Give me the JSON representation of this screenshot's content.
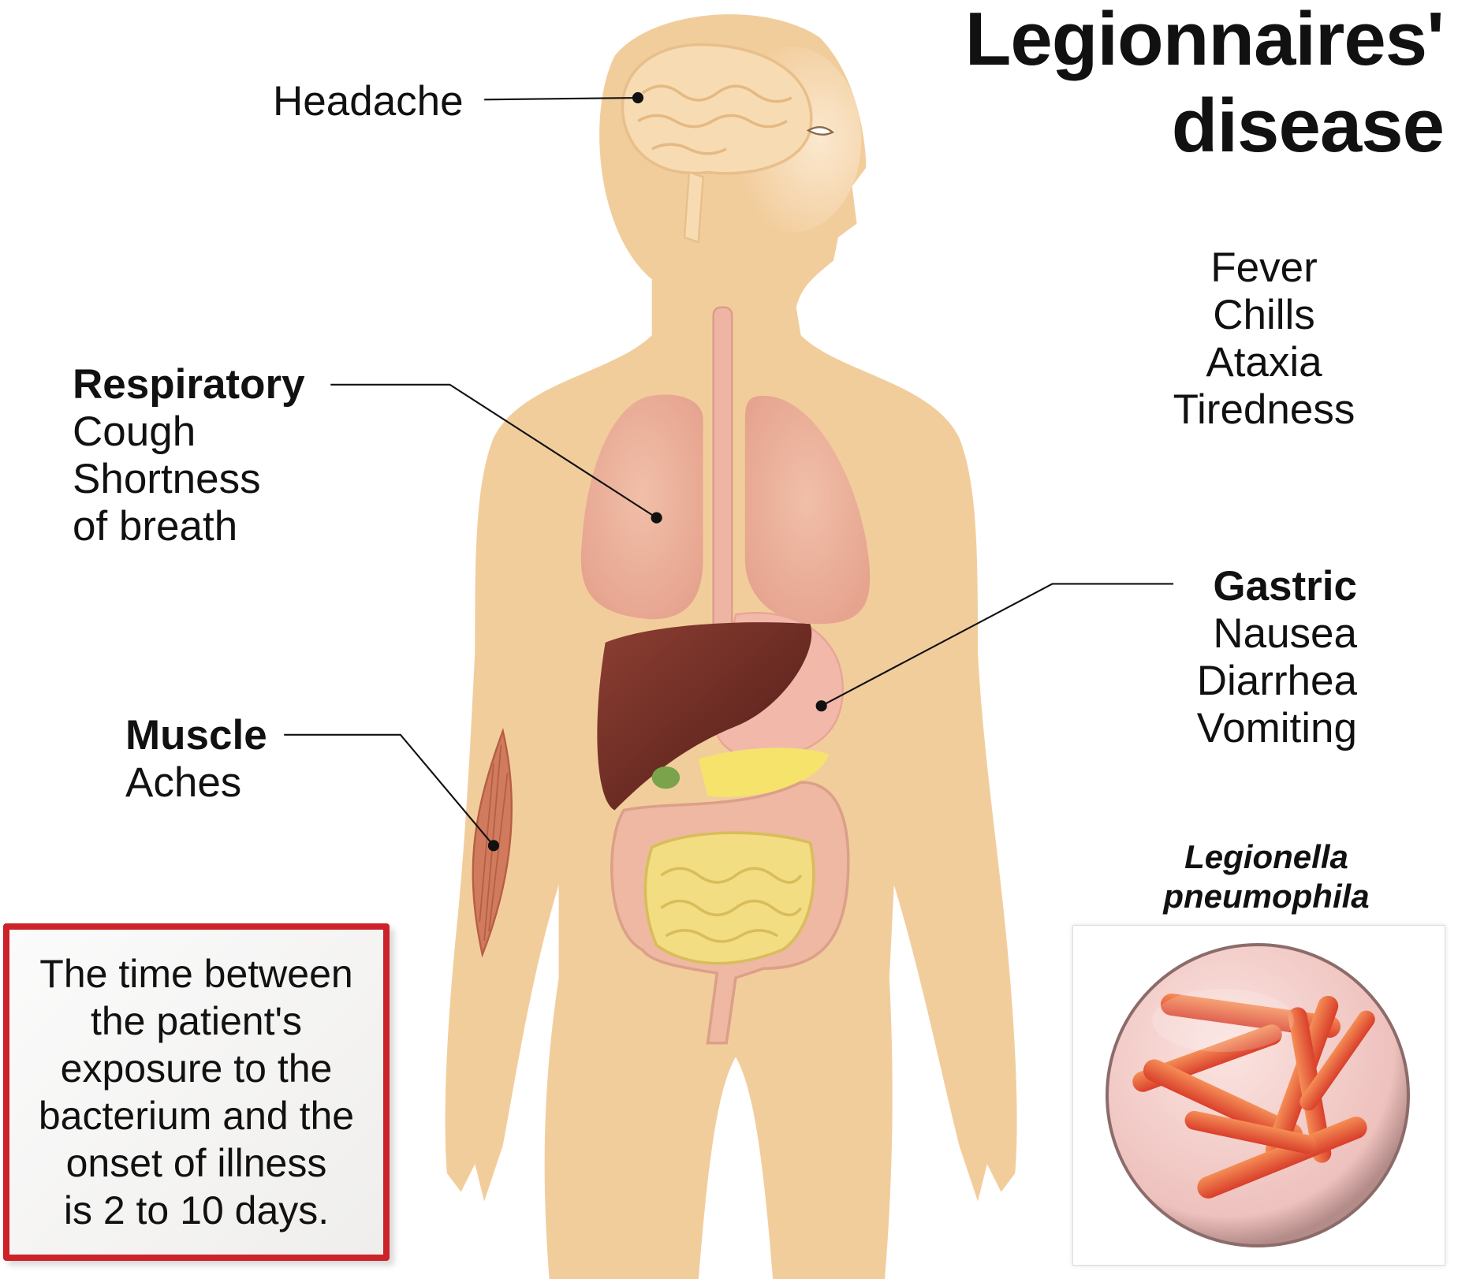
{
  "title": {
    "line1": "Legionnaires'",
    "line2": "disease"
  },
  "headache": {
    "label": "Headache"
  },
  "general_symptoms": [
    "Fever",
    "Chills",
    "Ataxia",
    "Tiredness"
  ],
  "respiratory": {
    "heading": "Respiratory",
    "items": [
      "Cough",
      "Shortness",
      "of breath"
    ]
  },
  "gastric": {
    "heading": "Gastric",
    "items": [
      "Nausea",
      "Diarrhea",
      "Vomiting"
    ]
  },
  "muscle": {
    "heading": "Muscle",
    "items": [
      "Aches"
    ]
  },
  "incubation_box": {
    "lines": [
      "The time between",
      "the patient's",
      "exposure to the",
      "bacterium and the",
      "onset of illness",
      "is 2 to 10 days."
    ]
  },
  "bacterium": {
    "label_line1": "Legionella",
    "label_line2": "pneumophila"
  },
  "colors": {
    "skin": "#f2cd9c",
    "box_border": "#cc2229",
    "liver": "#6e2a22",
    "intestine": "#f3dd83",
    "bacteria": "#e64a1c"
  }
}
